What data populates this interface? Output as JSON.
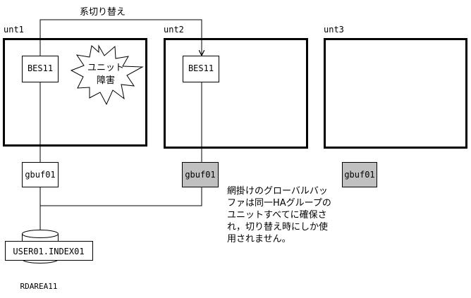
{
  "switchover_label": "系切り替え",
  "units": [
    {
      "label": "unt1"
    },
    {
      "label": "unt2"
    },
    {
      "label": "unt3"
    }
  ],
  "bes": [
    {
      "label": "BES11"
    },
    {
      "label": "BES11"
    }
  ],
  "failure_burst": {
    "line1": "ユニット",
    "line2": "障害"
  },
  "gbuf": [
    {
      "label": "gbuf01",
      "state": "active"
    },
    {
      "label": "gbuf01",
      "state": "reserved"
    },
    {
      "label": "gbuf01",
      "state": "reserved"
    }
  ],
  "database": {
    "index_label": "USER01.INDEX01",
    "rdarea_label": "RDAREA11"
  },
  "note_lines": [
    "網掛けのグローバルバッ",
    "ファは同一HAグループの",
    "ユニットすべてに確保さ",
    "れ，切り替え時にしか使",
    "用されません。"
  ],
  "colors": {
    "line": "#000000",
    "shaded_fill": "#c0c0c0",
    "box_fill": "#ffffff"
  }
}
